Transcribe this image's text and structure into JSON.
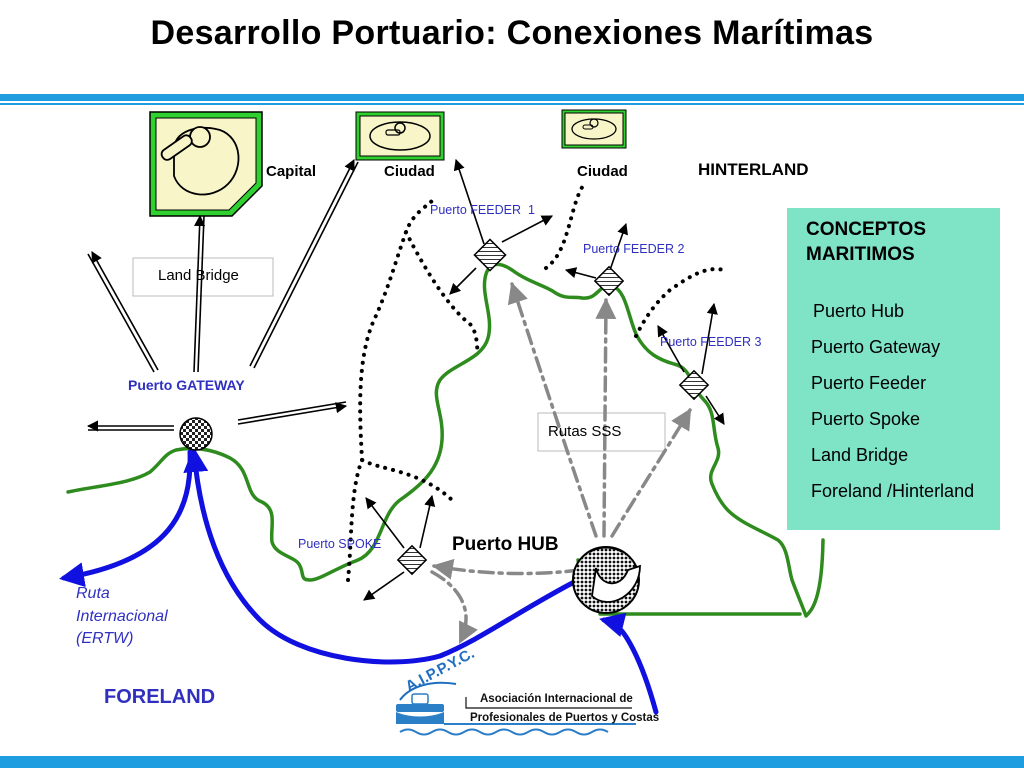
{
  "title": "Desarrollo Portuario: Conexiones Marítimas",
  "labels": {
    "capital": "Capital",
    "ciudad_1": "Ciudad",
    "ciudad_2": "Ciudad",
    "hinterland": "HINTERLAND",
    "foreland": "FORELAND",
    "land_bridge": "Land Bridge",
    "puerto_gateway": "Puerto GATEWAY",
    "puerto_feeder_1": "Puerto FEEDER  1",
    "puerto_feeder_2": "Puerto FEEDER 2",
    "puerto_feeder_3": "Puerto FEEDER 3",
    "puerto_spoke": "Puerto SPOKE",
    "puerto_hub": "Puerto HUB",
    "rutas_sss": "Rutas SSS",
    "ruta_internacional": [
      "Ruta",
      "Internacional",
      "(ERTW)"
    ]
  },
  "concepts_panel": {
    "title": [
      "CONCEPTOS",
      "MARITIMOS"
    ],
    "items": [
      "Puerto Hub",
      "Puerto Gateway",
      "Puerto Feeder",
      "Puerto Spoke",
      "Land Bridge",
      "Foreland /Hinterland"
    ]
  },
  "logo": {
    "letters": "A.I.P.P.Y.C.",
    "line1": "Asociación Internacional de",
    "line2": "Profesionales de Puertos y Costas"
  },
  "colors": {
    "accent_blue": "#1e9ee0",
    "coast_green": "#2e8b1e",
    "route_blue": "#1010e0",
    "label_blue": "#3030c0",
    "panel_teal": "#7fe3c6",
    "city_green": "#30d030",
    "city_fill": "#f8f6c8",
    "route_gray": "#808080"
  }
}
